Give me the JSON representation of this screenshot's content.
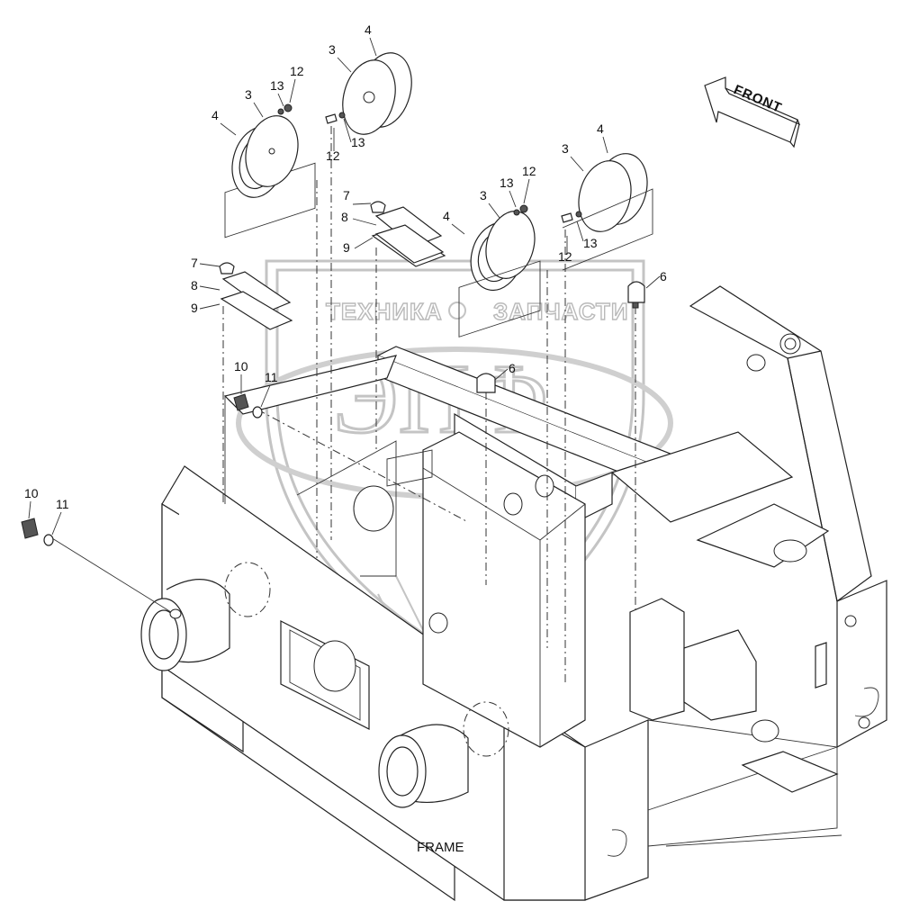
{
  "title": "FRAME",
  "direction_label": "FRONT",
  "watermark": {
    "left_text": "ТЕХНИКА",
    "right_text": "ЗАПЧАСТИ"
  },
  "callouts": [
    {
      "id": "c1",
      "text": "4"
    },
    {
      "id": "c2",
      "text": "3"
    },
    {
      "id": "c3",
      "text": "13"
    },
    {
      "id": "c4",
      "text": "12"
    },
    {
      "id": "c5",
      "text": "4"
    },
    {
      "id": "c6",
      "text": "3"
    },
    {
      "id": "c7",
      "text": "12"
    },
    {
      "id": "c8",
      "text": "13"
    },
    {
      "id": "c9",
      "text": "7"
    },
    {
      "id": "c10",
      "text": "8"
    },
    {
      "id": "c11",
      "text": "9"
    },
    {
      "id": "c12",
      "text": "13"
    },
    {
      "id": "c13",
      "text": "12"
    },
    {
      "id": "c14",
      "text": "3"
    },
    {
      "id": "c15",
      "text": "4"
    },
    {
      "id": "c16",
      "text": "4"
    },
    {
      "id": "c17",
      "text": "3"
    },
    {
      "id": "c18",
      "text": "13"
    },
    {
      "id": "c19",
      "text": "12"
    },
    {
      "id": "c20",
      "text": "7"
    },
    {
      "id": "c21",
      "text": "8"
    },
    {
      "id": "c22",
      "text": "9"
    },
    {
      "id": "c23",
      "text": "6"
    },
    {
      "id": "c24",
      "text": "6"
    },
    {
      "id": "c25",
      "text": "10"
    },
    {
      "id": "c26",
      "text": "11"
    },
    {
      "id": "c27",
      "text": "10"
    },
    {
      "id": "c28",
      "text": "11"
    }
  ]
}
